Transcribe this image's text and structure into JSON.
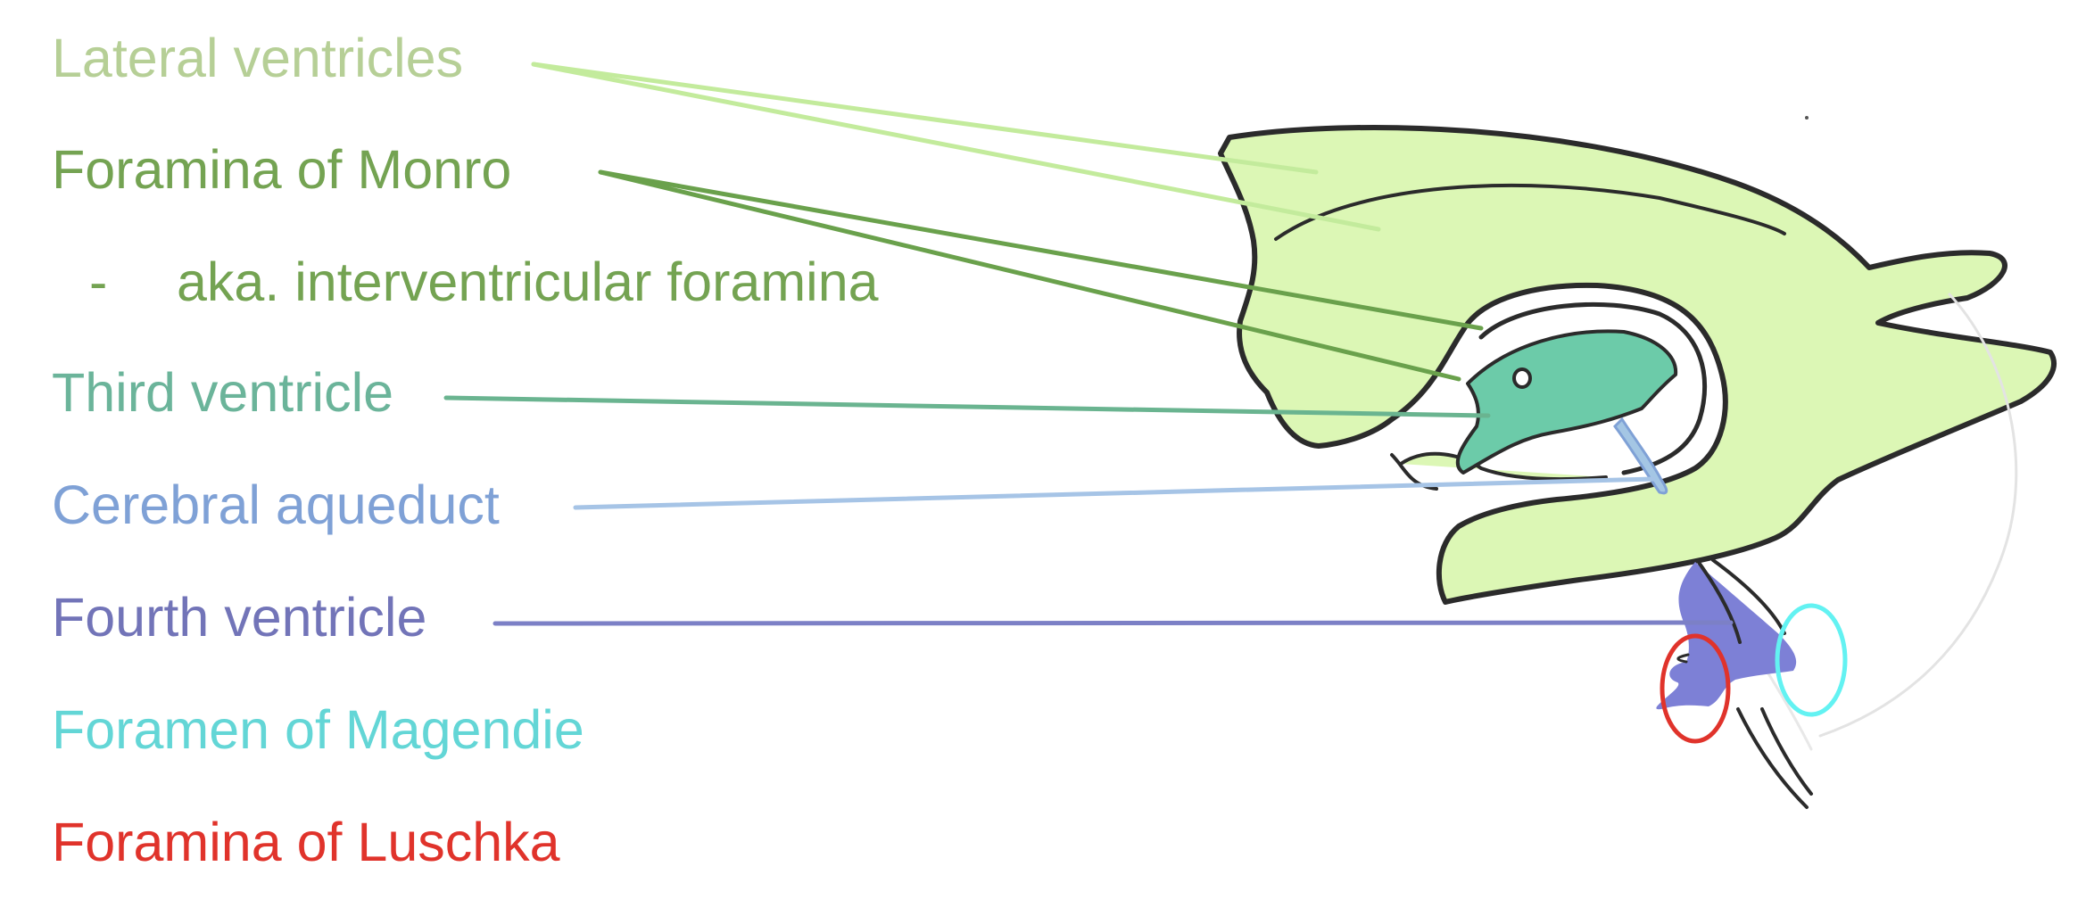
{
  "labels": {
    "lateral": "Lateral ventricles",
    "monro": "Foramina of Monro",
    "aka_dash": "-",
    "aka": "aka. interventricular foramina",
    "third": "Third ventricle",
    "aqueduct": "Cerebral aqueduct",
    "fourth": "Fourth ventricle",
    "magendie": "Foramen of Magendie",
    "luschka": "Foramina of Luschka"
  },
  "colors": {
    "lateral": "#b6cf96",
    "monro": "#74a352",
    "third": "#6bb49a",
    "aqueduct": "#7fa1d6",
    "fourth": "#7274b8",
    "magendie": "#63d6d6",
    "luschka": "#e0332b",
    "lateral_fill": "#dcf7b5",
    "third_fill": "#6ccba9",
    "aqueduct_fill": "#a4c6e4",
    "fourth_fill": "#7d80d6",
    "outline": "#2b2b2b"
  }
}
